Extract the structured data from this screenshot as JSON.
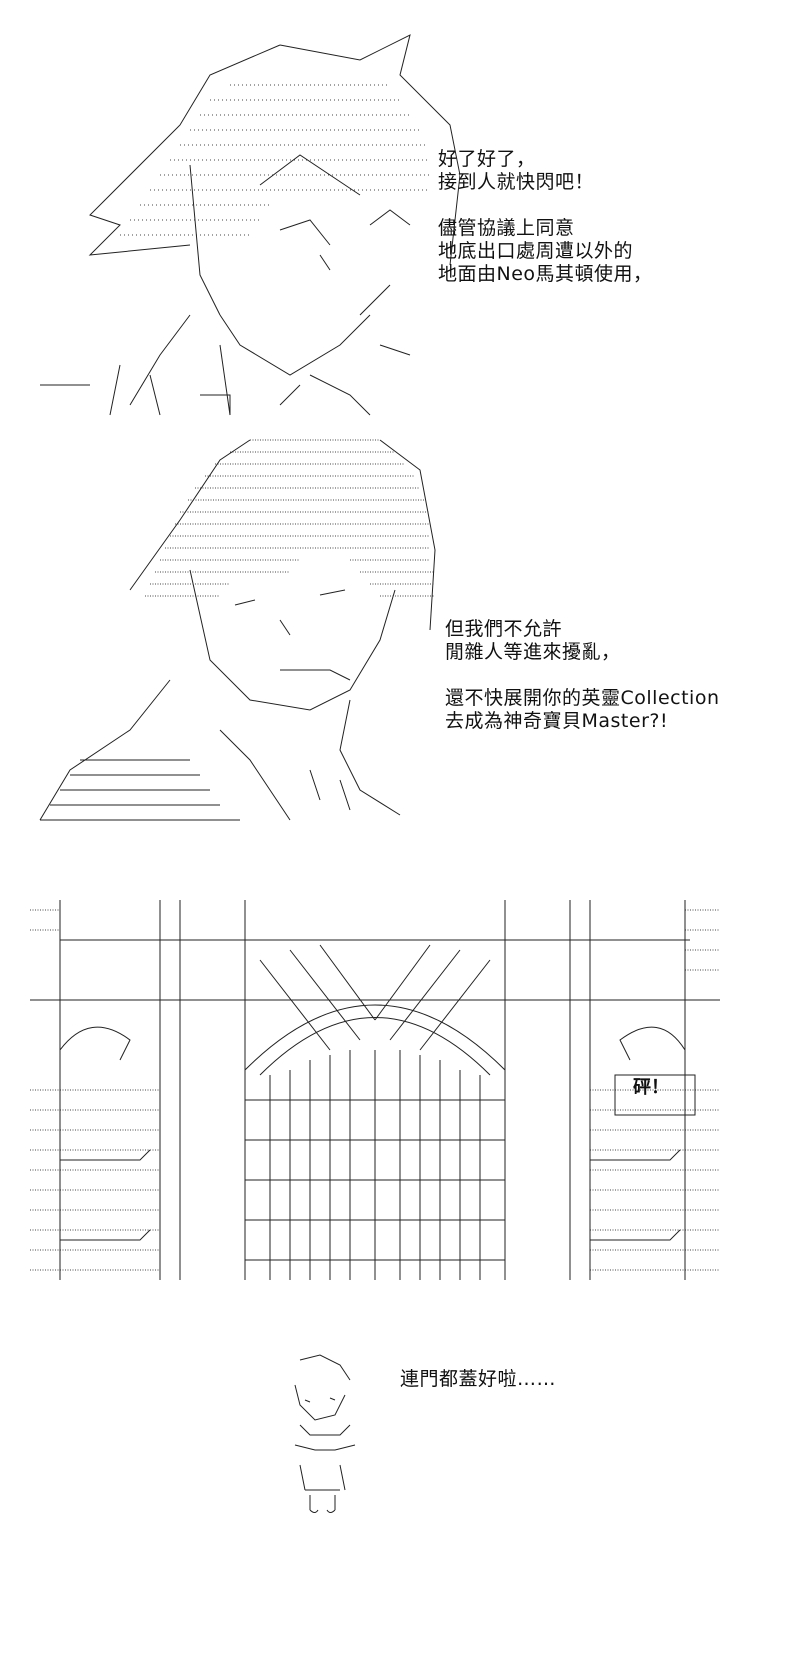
{
  "panel1": {
    "lines": [
      "好了好了，",
      "接到人就快閃吧！",
      "",
      "儘管協議上同意",
      "地底出口處周遭以外的",
      "地面由Neo馬其頓使用，"
    ]
  },
  "panel2": {
    "lines": [
      "但我們不允許",
      "閒雜人等進來擾亂，",
      "",
      "還不快展開你的英靈Collection",
      "去成為神奇寶貝Master?!"
    ]
  },
  "panel3": {
    "sfx": "砰！"
  },
  "panel4": {
    "lines": [
      "連門都蓋好啦……"
    ]
  }
}
